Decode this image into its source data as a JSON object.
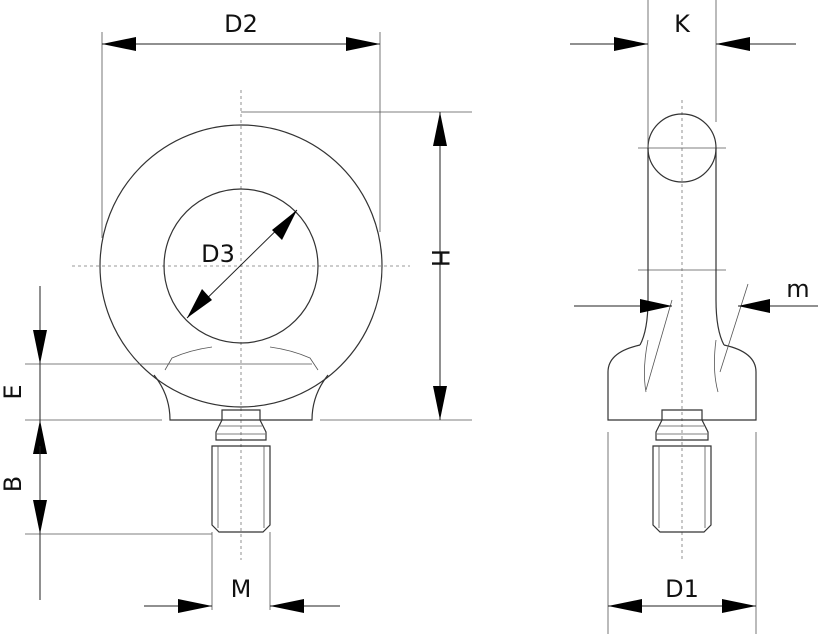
{
  "labels": {
    "d2": "D2",
    "d3": "D3",
    "h": "H",
    "e": "E",
    "b": "B",
    "m_thread": "M",
    "k": "K",
    "m_small": "m",
    "d1": "D1"
  },
  "colors": {
    "line": "#333333",
    "arrow": "#000000",
    "background": "#ffffff"
  }
}
